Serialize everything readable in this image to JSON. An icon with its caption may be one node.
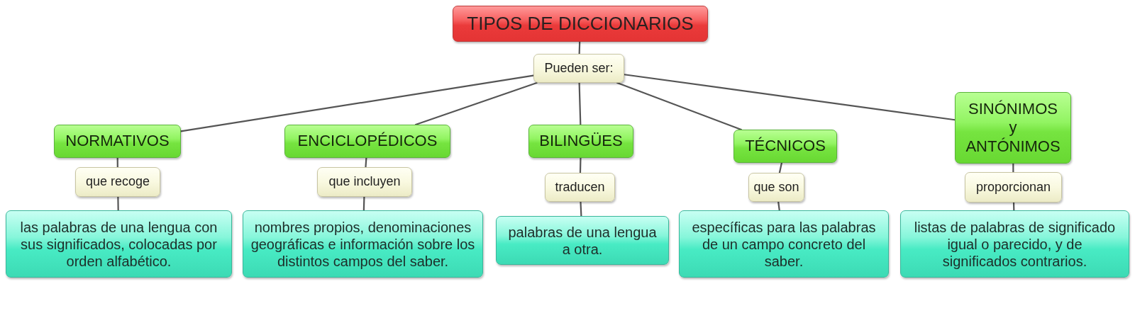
{
  "diagram": {
    "nodes": [
      {
        "text": [
          "TIPOS DE DICCIONARIOS"
        ]
      },
      {
        "text": [
          "Pueden ser:"
        ]
      },
      {
        "text": [
          "NORMATIVOS"
        ]
      },
      {
        "text": [
          "ENCICLOPÉDICOS"
        ]
      },
      {
        "text": [
          "BILINGÜES"
        ]
      },
      {
        "text": [
          "TÉCNICOS"
        ]
      },
      {
        "text": [
          "SINÓNIMOS y ANTÓNIMOS"
        ]
      },
      {
        "text": [
          "que recoge"
        ]
      },
      {
        "text": [
          "que incluyen"
        ]
      },
      {
        "text": [
          "traducen"
        ]
      },
      {
        "text": [
          "que son"
        ]
      },
      {
        "text": [
          "proporcionan"
        ]
      },
      {
        "text": [
          "las palabras de una lengua con sus significados, colocadas por orden alfabético."
        ]
      },
      {
        "text": [
          "nombres propios, denominaciones geográficas e información sobre los distintos campos del saber."
        ]
      },
      {
        "text": [
          "palabras de una lengua a otra."
        ]
      },
      {
        "text": [
          "específicas para las palabras de un campo concreto del saber."
        ]
      },
      {
        "text": [
          "listas de palabras de significado igual o parecido, y de significados contrarios."
        ]
      }
    ],
    "edges": [
      {
        "from": 0,
        "to": 1,
        "arrow": "none"
      },
      {
        "from": 1,
        "to": 2,
        "arrow": "none"
      },
      {
        "from": 1,
        "to": 3,
        "arrow": "none"
      },
      {
        "from": 1,
        "to": 4,
        "arrow": "none"
      },
      {
        "from": 1,
        "to": 5,
        "arrow": "none"
      },
      {
        "from": 1,
        "to": 6,
        "arrow": "none"
      },
      {
        "from": 2,
        "to": 7,
        "arrow": "none"
      },
      {
        "from": 3,
        "to": 8,
        "arrow": "none"
      },
      {
        "from": 4,
        "to": 9,
        "arrow": "none"
      },
      {
        "from": 5,
        "to": 10,
        "arrow": "none"
      },
      {
        "from": 6,
        "to": 11,
        "arrow": "none"
      },
      {
        "from": 7,
        "to": 12,
        "arrow": "none"
      },
      {
        "from": 8,
        "to": 13,
        "arrow": "none"
      },
      {
        "from": 9,
        "to": 14,
        "arrow": "none"
      },
      {
        "from": 10,
        "to": 15,
        "arrow": "none"
      },
      {
        "from": 11,
        "to": 16,
        "arrow": "none"
      }
    ]
  }
}
